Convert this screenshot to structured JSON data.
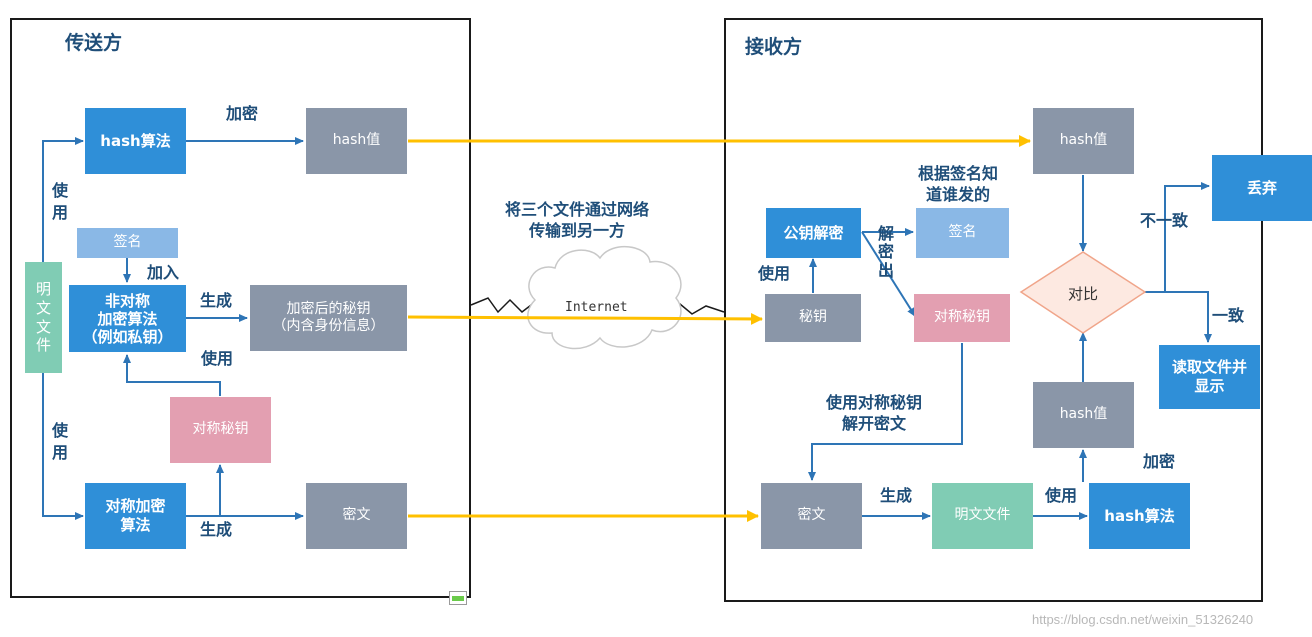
{
  "sender": {
    "title": "传送方",
    "plain_file": "明文文件",
    "hash_algo": "hash算法",
    "hash_value": "hash值",
    "signature": "签名",
    "asym_algo": "非对称\n加密算法\n（例如私钥）",
    "encrypted_key": "加密后的秘钥\n（内含身份信息）",
    "sym_key": "对称秘钥",
    "sym_algo": "对称加密\n算法",
    "ciphertext": "密文",
    "labels": {
      "encrypt_top": "加密",
      "use_top": "使\n用",
      "use_bottom": "使\n用",
      "add_in": "加入",
      "generate_mid": "生成",
      "use_mid": "使用",
      "generate_bottom": "生成"
    }
  },
  "network": {
    "label": "将三个文件通过网络\n传输到另一方",
    "cloud": "Internet"
  },
  "receiver": {
    "title": "接收方",
    "hash_value_top": "hash值",
    "discard": "丢弃",
    "public_key_decrypt": "公钥解密",
    "signature": "签名",
    "key": "秘钥",
    "sym_key": "对称秘钥",
    "compare": "对比",
    "read_display": "读取文件并\n显示",
    "hash_value_bottom": "hash值",
    "ciphertext": "密文",
    "plain_file": "明文文件",
    "hash_algo": "hash算法",
    "labels": {
      "know_sender": "根据签名知\n道谁发的",
      "decrypt_out": "解\n密\n出",
      "use_key": "使用",
      "not_consistent": "不一致",
      "consistent": "一致",
      "use_sym": "使用对称秘钥\n解开密文",
      "encrypt": "加密",
      "generate": "生成",
      "use": "使用"
    }
  },
  "watermark": "https://blog.csdn.net/weixin_51326240",
  "colors": {
    "blue_box": "#2f8fd8",
    "gray_box": "#8a96a8",
    "pink_box": "#e39fb1",
    "light_blue_box": "#8ab8e6",
    "green_box": "#80ccb4",
    "arrow": "#2e75b6",
    "transfer_arrow": "#ffc000",
    "diamond_fill": "#fde9e1",
    "diamond_stroke": "#f0a58a"
  }
}
